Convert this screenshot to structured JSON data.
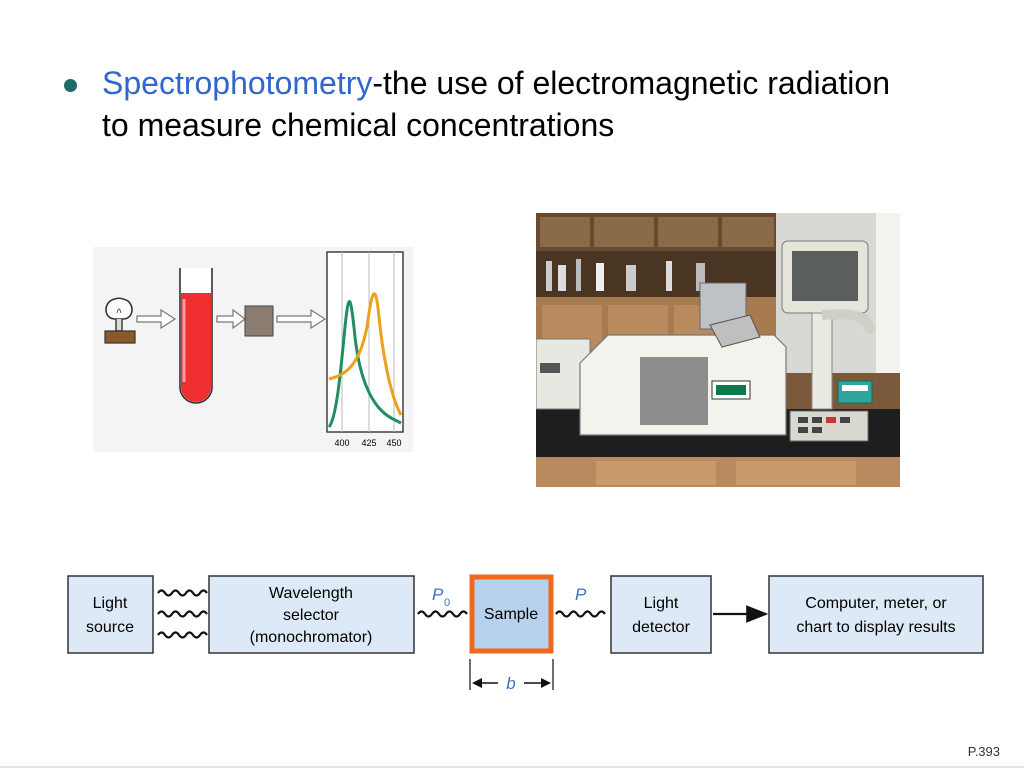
{
  "slide": {
    "term": "Spectrophotometry",
    "definition": "-the use of electromagnetic radiation to measure chemical concentrations",
    "page_number": "P.393"
  },
  "spectrum_figure": {
    "axis_ticks": [
      "400",
      "425",
      "450"
    ],
    "colors": {
      "tube": "#ef2f2f",
      "curve_green": "#1f8f5f",
      "curve_orange": "#e8a21c"
    }
  },
  "block_diagram": {
    "blocks": [
      {
        "label_lines": [
          "Light",
          "source"
        ]
      },
      {
        "label_lines": [
          "Wavelength",
          "selector",
          "(monochromator)"
        ]
      },
      {
        "label_lines": [
          "Sample"
        ]
      },
      {
        "label_lines": [
          "Light",
          "detector"
        ]
      },
      {
        "label_lines": [
          "Computer, meter, or",
          "chart to display results"
        ]
      }
    ],
    "labels": {
      "p0_main": "P",
      "p0_sub": "0",
      "p": "P",
      "b": "b"
    },
    "colors": {
      "block_fill": "#dde9f7",
      "sample_fill": "#b7d2ee",
      "sample_border": "#ef6a1f",
      "italic_label": "#3a6fc4"
    }
  }
}
